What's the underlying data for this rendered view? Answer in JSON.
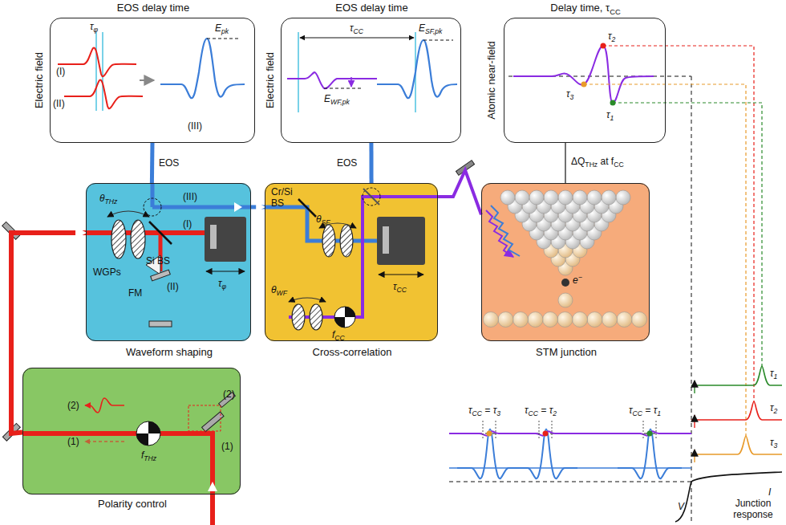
{
  "diagram": {
    "nodes": [
      {
        "text": [
          "EOS delay time",
          "Electric field"
        ]
      },
      {
        "text": [
          "EOS delay time",
          "Electric field"
        ]
      },
      {
        "text": [
          "Delay time, τCC",
          "Atomic near-field"
        ]
      },
      {
        "text": [
          "Waveform shaping"
        ]
      },
      {
        "text": [
          "Cross-correlation"
        ]
      },
      {
        "text": [
          "STM junction"
        ]
      },
      {
        "text": [
          "Polarity control"
        ]
      }
    ],
    "edges": [
      {
        "from": 3,
        "to": 0,
        "arrow": "none",
        "label": "EOS"
      },
      {
        "from": 4,
        "to": 1,
        "arrow": "none",
        "label": "EOS"
      },
      {
        "from": 2,
        "to": 5,
        "arrow": "none",
        "label": "ΔQTHz at fCC"
      },
      {
        "from": 6,
        "to": 3,
        "arrow": "to"
      },
      {
        "from": 3,
        "to": 4,
        "arrow": "to"
      },
      {
        "from": 4,
        "to": 5,
        "arrow": "none"
      }
    ],
    "labels": [
      "τφ",
      "Epk",
      "(I)",
      "(II)",
      "(III)",
      "τCC",
      "ESF,pk",
      "EWF,pk",
      "τ2",
      "τ3",
      "τ1",
      "Cr/Si BS",
      "θSF",
      "θWF",
      "fCC",
      "τCC",
      "θTHz",
      "Si BS",
      "(III)",
      "(I)",
      "WGPs",
      "FM",
      "(II)",
      "τφ",
      "e−",
      "(2)",
      "(1)",
      "fTHz",
      "(2)",
      "(1)",
      "τCC = τ3",
      "τCC = τ2",
      "τCC = τ1",
      "τ1",
      "τ2",
      "τ3",
      "I",
      "V",
      "Junction response"
    ]
  }
}
